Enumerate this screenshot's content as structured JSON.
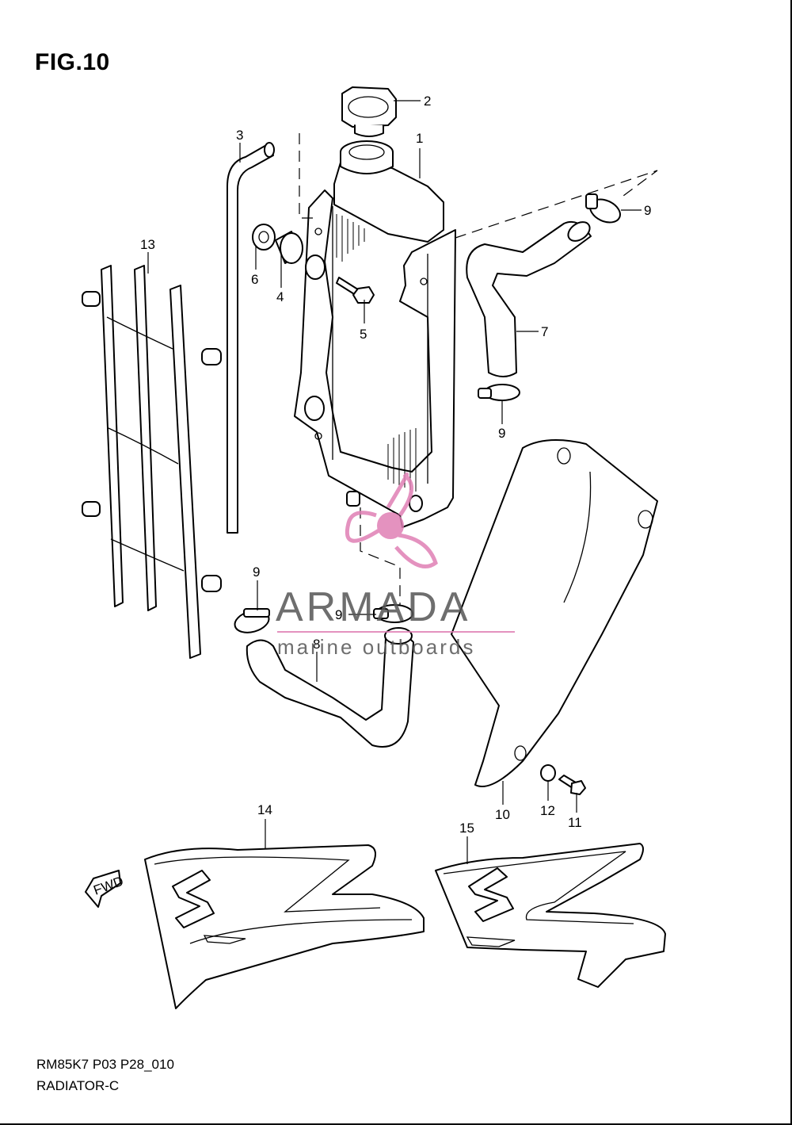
{
  "figure": {
    "title": "FIG.10",
    "code": "RM85K7 P03 P28_010",
    "name": "RADIATOR-C"
  },
  "watermark": {
    "brand": "ARMADA",
    "tagline": "marine outboards",
    "accent_color": "#e07fb5"
  },
  "fwd_label": "FWD",
  "callouts": {
    "c1": "1",
    "c2": "2",
    "c3": "3",
    "c4": "4",
    "c5": "5",
    "c6": "6",
    "c7": "7",
    "c8": "8",
    "c9a": "9",
    "c9b": "9",
    "c9c": "9",
    "c9d": "9",
    "c10": "10",
    "c11": "11",
    "c12": "12",
    "c13": "13",
    "c14": "14",
    "c15": "15"
  }
}
